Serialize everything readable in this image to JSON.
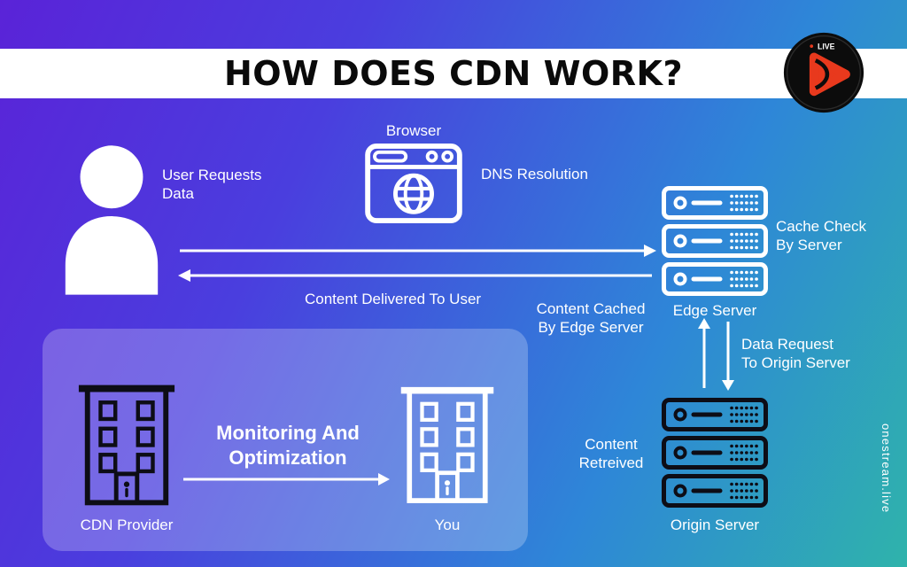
{
  "header": {
    "title": "HOW DOES CDN WORK?"
  },
  "logo": {
    "live": "LIVE"
  },
  "watermark": "onestream.live",
  "labels": {
    "browser": "Browser",
    "dns": "DNS Resolution",
    "user1": "User Requests",
    "user2": "Data",
    "cache1": "Cache Check",
    "cache2": "By Server",
    "edge_server": "Edge Server",
    "delivered": "Content Delivered To User",
    "cached1": "Content Cached",
    "cached2": "By Edge Server",
    "request1": "Data Request",
    "request2": "To Origin Server",
    "retrieved1": "Content",
    "retrieved2": "Retreived",
    "origin_server": "Origin Server",
    "cdn_provider": "CDN Provider",
    "monitoring1": "Monitoring And",
    "monitoring2": "Optimization",
    "you": "You"
  },
  "colors": {
    "gradient_a": "#5a23d8",
    "gradient_b": "#4a3ede",
    "gradient_c": "#2e86d8",
    "gradient_d": "#2fb3ab",
    "banner_bg": "#ffffff",
    "title_color": "#0a0a0a",
    "text_color": "#ffffff",
    "icon_dark": "#0d0d16",
    "logo_play": "#e8391d",
    "logo_circle": "#0c0c0c"
  }
}
